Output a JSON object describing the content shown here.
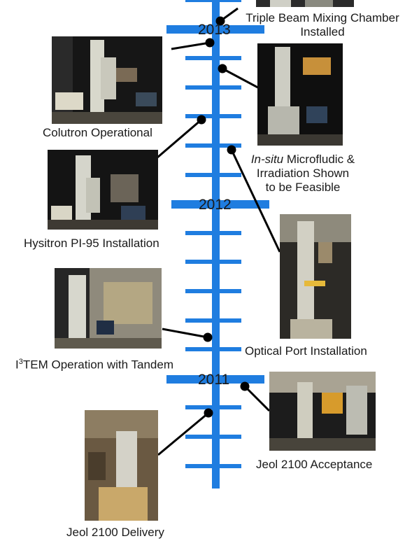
{
  "timeline": {
    "years": [
      "2013",
      "2012",
      "2011"
    ],
    "accent_color": "#1f7de0",
    "connector_color": "#000000"
  },
  "events": {
    "triple_beam": {
      "line1": "Triple Beam Mixing Chamber",
      "line2": "Installed"
    },
    "colutron": {
      "label": "Colutron Operational"
    },
    "insitu": {
      "italic": "In-situ",
      "rest1": " Microfludic &",
      "line2": "Irradiation Shown",
      "line3": "to be Feasible"
    },
    "hysitron": {
      "label": "Hysitron PI-95 Installation"
    },
    "optical_port": {
      "label": "Optical Port Installation"
    },
    "i3tem": {
      "prefix": "I",
      "sup": "3",
      "rest": "TEM Operation with Tandem"
    },
    "jeol_acceptance": {
      "label": "Jeol 2100 Acceptance"
    },
    "jeol_delivery": {
      "label": "Jeol 2100 Delivery"
    }
  }
}
